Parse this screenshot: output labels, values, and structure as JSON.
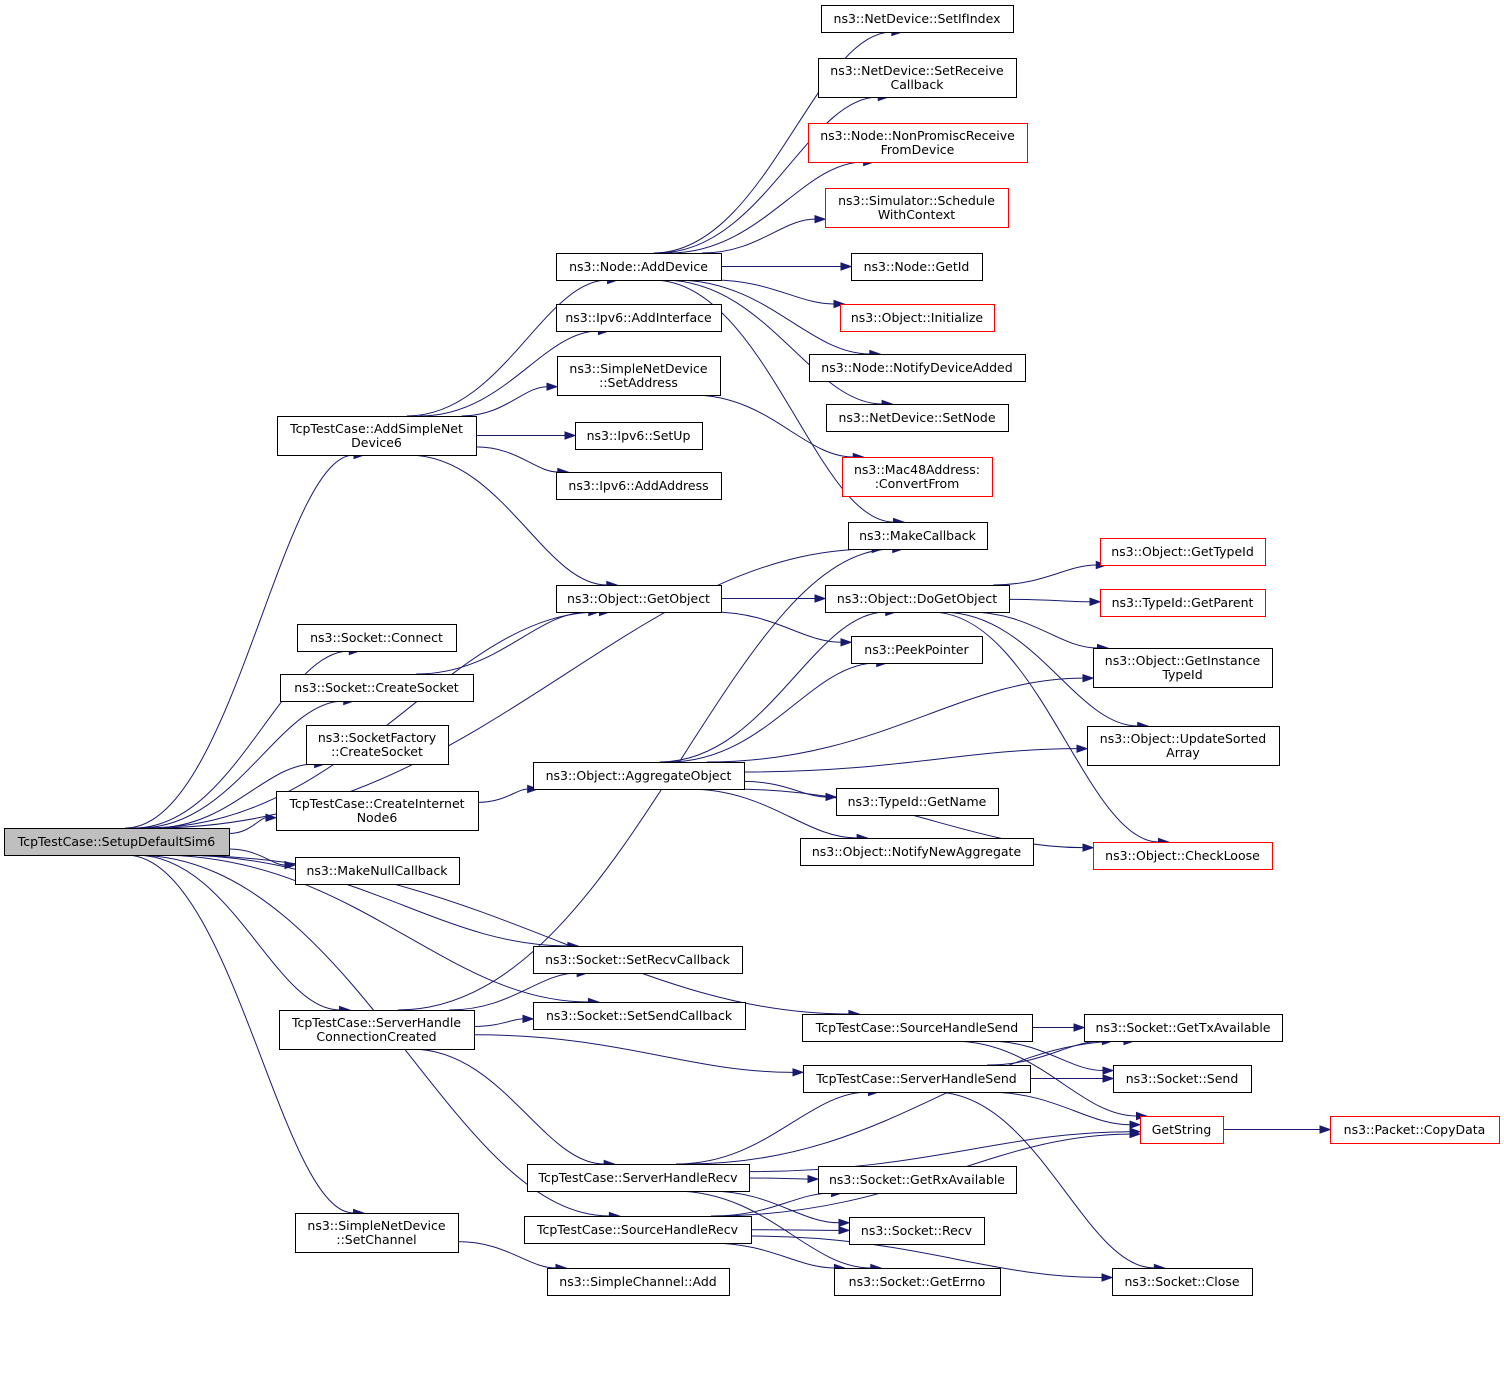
{
  "nodes": [
    {
      "id": "root",
      "lines": [
        "TcpTestCase::SetupDefaultSim6"
      ],
      "style": "root"
    },
    {
      "id": "addSimple",
      "lines": [
        "TcpTestCase::AddSimpleNet",
        "Device6"
      ],
      "style": "normal"
    },
    {
      "id": "nodeAddDevice",
      "lines": [
        "ns3::Node::AddDevice"
      ],
      "style": "normal"
    },
    {
      "id": "setIfIndex",
      "lines": [
        "ns3::NetDevice::SetIfIndex"
      ],
      "style": "normal"
    },
    {
      "id": "setReceiveCb",
      "lines": [
        "ns3::NetDevice::SetReceive",
        "Callback"
      ],
      "style": "normal"
    },
    {
      "id": "nonPromisc",
      "lines": [
        "ns3::Node::NonPromiscReceive",
        "FromDevice"
      ],
      "style": "red"
    },
    {
      "id": "scheduleCtx",
      "lines": [
        "ns3::Simulator::Schedule",
        "WithContext"
      ],
      "style": "red"
    },
    {
      "id": "nodeGetId",
      "lines": [
        "ns3::Node::GetId"
      ],
      "style": "normal"
    },
    {
      "id": "objInit",
      "lines": [
        "ns3::Object::Initialize"
      ],
      "style": "red"
    },
    {
      "id": "notifyDev",
      "lines": [
        "ns3::Node::NotifyDeviceAdded"
      ],
      "style": "normal"
    },
    {
      "id": "setNode",
      "lines": [
        "ns3::NetDevice::SetNode"
      ],
      "style": "normal"
    },
    {
      "id": "ipv6AddIf",
      "lines": [
        "ns3::Ipv6::AddInterface"
      ],
      "style": "normal"
    },
    {
      "id": "simpleSetAddr",
      "lines": [
        "ns3::SimpleNetDevice",
        "::SetAddress"
      ],
      "style": "normal"
    },
    {
      "id": "mac48",
      "lines": [
        "ns3::Mac48Address:",
        ":ConvertFrom"
      ],
      "style": "red"
    },
    {
      "id": "ipv6SetUp",
      "lines": [
        "ns3::Ipv6::SetUp"
      ],
      "style": "normal"
    },
    {
      "id": "ipv6AddAddr",
      "lines": [
        "ns3::Ipv6::AddAddress"
      ],
      "style": "normal"
    },
    {
      "id": "makeCb",
      "lines": [
        "ns3::MakeCallback"
      ],
      "style": "normal"
    },
    {
      "id": "getObject",
      "lines": [
        "ns3::Object::GetObject"
      ],
      "style": "normal"
    },
    {
      "id": "doGetObject",
      "lines": [
        "ns3::Object::DoGetObject"
      ],
      "style": "normal"
    },
    {
      "id": "getTypeId",
      "lines": [
        "ns3::Object::GetTypeId"
      ],
      "style": "red"
    },
    {
      "id": "getParent",
      "lines": [
        "ns3::TypeId::GetParent"
      ],
      "style": "red"
    },
    {
      "id": "peekPtr",
      "lines": [
        "ns3::PeekPointer"
      ],
      "style": "normal"
    },
    {
      "id": "getInstTid",
      "lines": [
        "ns3::Object::GetInstance",
        "TypeId"
      ],
      "style": "normal"
    },
    {
      "id": "sockConnect",
      "lines": [
        "ns3::Socket::Connect"
      ],
      "style": "normal"
    },
    {
      "id": "sockCreate",
      "lines": [
        "ns3::Socket::CreateSocket"
      ],
      "style": "normal"
    },
    {
      "id": "updSorted",
      "lines": [
        "ns3::Object::UpdateSorted",
        "Array"
      ],
      "style": "normal"
    },
    {
      "id": "sfCreate",
      "lines": [
        "ns3::SocketFactory",
        "::CreateSocket"
      ],
      "style": "normal"
    },
    {
      "id": "aggObj",
      "lines": [
        "ns3::Object::AggregateObject"
      ],
      "style": "normal"
    },
    {
      "id": "createNode6",
      "lines": [
        "TcpTestCase::CreateInternet",
        "Node6"
      ],
      "style": "normal"
    },
    {
      "id": "tidGetName",
      "lines": [
        "ns3::TypeId::GetName"
      ],
      "style": "normal"
    },
    {
      "id": "notifyAgg",
      "lines": [
        "ns3::Object::NotifyNewAggregate"
      ],
      "style": "normal"
    },
    {
      "id": "checkLoose",
      "lines": [
        "ns3::Object::CheckLoose"
      ],
      "style": "red"
    },
    {
      "id": "makeNullCb",
      "lines": [
        "ns3::MakeNullCallback"
      ],
      "style": "normal"
    },
    {
      "id": "setRecvCb",
      "lines": [
        "ns3::Socket::SetRecvCallback"
      ],
      "style": "normal"
    },
    {
      "id": "setSendCb",
      "lines": [
        "ns3::Socket::SetSendCallback"
      ],
      "style": "normal"
    },
    {
      "id": "srvConnCreated",
      "lines": [
        "TcpTestCase::ServerHandle",
        "ConnectionCreated"
      ],
      "style": "normal"
    },
    {
      "id": "srcHandleSend",
      "lines": [
        "TcpTestCase::SourceHandleSend"
      ],
      "style": "normal"
    },
    {
      "id": "getTxAvail",
      "lines": [
        "ns3::Socket::GetTxAvailable"
      ],
      "style": "normal"
    },
    {
      "id": "srvHandleSend",
      "lines": [
        "TcpTestCase::ServerHandleSend"
      ],
      "style": "normal"
    },
    {
      "id": "sockSend",
      "lines": [
        "ns3::Socket::Send"
      ],
      "style": "normal"
    },
    {
      "id": "getString",
      "lines": [
        "GetString"
      ],
      "style": "red"
    },
    {
      "id": "copyData",
      "lines": [
        "ns3::Packet::CopyData"
      ],
      "style": "red"
    },
    {
      "id": "srvHandleRecv",
      "lines": [
        "TcpTestCase::ServerHandleRecv"
      ],
      "style": "normal"
    },
    {
      "id": "getRxAvail",
      "lines": [
        "ns3::Socket::GetRxAvailable"
      ],
      "style": "normal"
    },
    {
      "id": "srcHandleRecv",
      "lines": [
        "TcpTestCase::SourceHandleRecv"
      ],
      "style": "normal"
    },
    {
      "id": "sockRecv",
      "lines": [
        "ns3::Socket::Recv"
      ],
      "style": "normal"
    },
    {
      "id": "simpleSetChan",
      "lines": [
        "ns3::SimpleNetDevice",
        "::SetChannel"
      ],
      "style": "normal"
    },
    {
      "id": "sockGetErrno",
      "lines": [
        "ns3::Socket::GetErrno"
      ],
      "style": "normal"
    },
    {
      "id": "sockClose",
      "lines": [
        "ns3::Socket::Close"
      ],
      "style": "normal"
    },
    {
      "id": "simpleChanAdd",
      "lines": [
        "ns3::SimpleChannel::Add"
      ],
      "style": "normal"
    }
  ],
  "edges": [
    [
      "root",
      "addSimple"
    ],
    [
      "root",
      "makeCb"
    ],
    [
      "root",
      "getObject"
    ],
    [
      "root",
      "sockConnect"
    ],
    [
      "root",
      "sockCreate"
    ],
    [
      "root",
      "sfCreate"
    ],
    [
      "root",
      "createNode6"
    ],
    [
      "root",
      "makeNullCb"
    ],
    [
      "root",
      "setRecvCb"
    ],
    [
      "root",
      "setSendCb"
    ],
    [
      "root",
      "srvConnCreated"
    ],
    [
      "root",
      "srcHandleSend"
    ],
    [
      "root",
      "srcHandleRecv"
    ],
    [
      "root",
      "simpleSetChan"
    ],
    [
      "addSimple",
      "nodeAddDevice"
    ],
    [
      "addSimple",
      "ipv6AddIf"
    ],
    [
      "addSimple",
      "simpleSetAddr"
    ],
    [
      "addSimple",
      "ipv6SetUp"
    ],
    [
      "addSimple",
      "ipv6AddAddr"
    ],
    [
      "addSimple",
      "getObject"
    ],
    [
      "nodeAddDevice",
      "setIfIndex"
    ],
    [
      "nodeAddDevice",
      "setReceiveCb"
    ],
    [
      "nodeAddDevice",
      "nonPromisc"
    ],
    [
      "nodeAddDevice",
      "scheduleCtx"
    ],
    [
      "nodeAddDevice",
      "nodeGetId"
    ],
    [
      "nodeAddDevice",
      "objInit"
    ],
    [
      "nodeAddDevice",
      "notifyDev"
    ],
    [
      "nodeAddDevice",
      "setNode"
    ],
    [
      "nodeAddDevice",
      "makeCb"
    ],
    [
      "simpleSetAddr",
      "mac48"
    ],
    [
      "getObject",
      "doGetObject"
    ],
    [
      "getObject",
      "peekPtr"
    ],
    [
      "doGetObject",
      "getTypeId"
    ],
    [
      "doGetObject",
      "getParent"
    ],
    [
      "doGetObject",
      "getInstTid"
    ],
    [
      "doGetObject",
      "updSorted"
    ],
    [
      "doGetObject",
      "checkLoose"
    ],
    [
      "sockCreate",
      "getObject"
    ],
    [
      "createNode6",
      "aggObj"
    ],
    [
      "aggObj",
      "doGetObject"
    ],
    [
      "aggObj",
      "peekPtr"
    ],
    [
      "aggObj",
      "getInstTid"
    ],
    [
      "aggObj",
      "updSorted"
    ],
    [
      "aggObj",
      "tidGetName"
    ],
    [
      "aggObj",
      "notifyAgg"
    ],
    [
      "aggObj",
      "checkLoose"
    ],
    [
      "srvConnCreated",
      "makeCb"
    ],
    [
      "srvConnCreated",
      "setRecvCb"
    ],
    [
      "srvConnCreated",
      "setSendCb"
    ],
    [
      "srvConnCreated",
      "srvHandleSend"
    ],
    [
      "srvConnCreated",
      "srvHandleRecv"
    ],
    [
      "srcHandleSend",
      "getTxAvail"
    ],
    [
      "srcHandleSend",
      "sockSend"
    ],
    [
      "srcHandleSend",
      "getString"
    ],
    [
      "srvHandleSend",
      "getTxAvail"
    ],
    [
      "srvHandleSend",
      "sockSend"
    ],
    [
      "srvHandleSend",
      "getString"
    ],
    [
      "srvHandleSend",
      "sockClose"
    ],
    [
      "getString",
      "copyData"
    ],
    [
      "srvHandleRecv",
      "getTxAvail"
    ],
    [
      "srvHandleRecv",
      "srvHandleSend"
    ],
    [
      "srvHandleRecv",
      "getString"
    ],
    [
      "srvHandleRecv",
      "getRxAvail"
    ],
    [
      "srvHandleRecv",
      "sockRecv"
    ],
    [
      "srvHandleRecv",
      "sockGetErrno"
    ],
    [
      "srcHandleRecv",
      "getRxAvail"
    ],
    [
      "srcHandleRecv",
      "sockRecv"
    ],
    [
      "srcHandleRecv",
      "sockGetErrno"
    ],
    [
      "srcHandleRecv",
      "getString"
    ],
    [
      "srcHandleRecv",
      "sockClose"
    ],
    [
      "simpleSetChan",
      "simpleChanAdd"
    ]
  ]
}
